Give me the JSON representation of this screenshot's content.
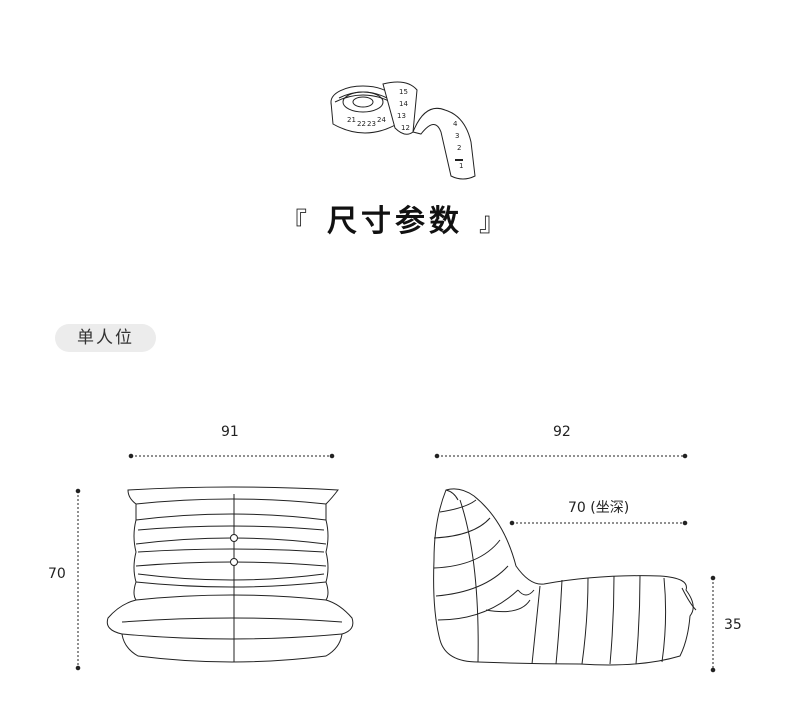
{
  "title": {
    "left_bracket": "『",
    "text": "尺寸参数",
    "right_bracket": "』"
  },
  "variant_badge": "单人位",
  "dimensions": {
    "front_width": "91",
    "front_height": "70",
    "side_depth": "92",
    "side_seat_depth": "70 (坐深)",
    "side_seat_height": "35"
  },
  "tape_marks": [
    "21",
    "22",
    "23",
    "24",
    "14",
    "15",
    "13",
    "12",
    "4",
    "3",
    "2",
    "1"
  ],
  "colors": {
    "line": "#222222",
    "badge_bg": "#ececec"
  }
}
